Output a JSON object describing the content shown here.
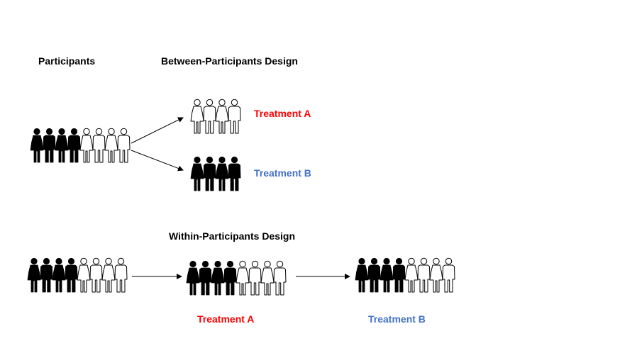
{
  "labels": {
    "participants": "Participants",
    "between_title": "Between-Participants Design",
    "within_title": "Within-Participants Design",
    "between_treatment_a": "Treatment A",
    "between_treatment_b": "Treatment B",
    "within_treatment_a": "Treatment A",
    "within_treatment_b": "Treatment B"
  },
  "colors": {
    "treatment_a": "#ff0000",
    "treatment_b": "#4472c4",
    "text": "#000000",
    "figure_filled": "#000000",
    "figure_outline": "#ffffff"
  },
  "groups": {
    "participants_pool": {
      "filled": 4,
      "outlined": 4
    },
    "between_group_a": {
      "filled": 0,
      "outlined": 4
    },
    "between_group_b": {
      "filled": 4,
      "outlined": 0
    },
    "within_start": {
      "filled": 4,
      "outlined": 4
    },
    "within_after_a": {
      "filled": 4,
      "outlined": 4
    },
    "within_after_b": {
      "filled": 4,
      "outlined": 4
    }
  }
}
